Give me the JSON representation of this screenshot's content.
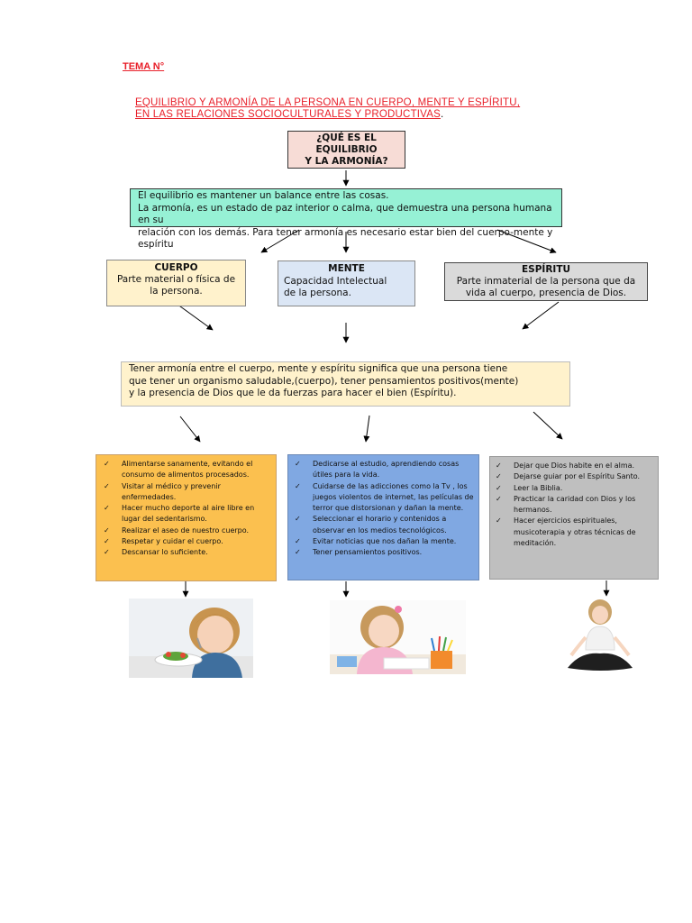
{
  "header": {
    "tema": "TEMA N°",
    "title_line1": "EQUILIBRIO Y ARMONÍA DE LA PERSONA EN CUERPO, MENTE Y ESPÍRITU,",
    "title_line2": "EN LAS RELACIONES SOCIOCULTURALES Y PRODUCTIVAS",
    "title_period": "."
  },
  "question": {
    "line1": "¿QUÉ ES EL",
    "line2": "EQUILIBRIO",
    "line3": "Y LA ARMONÍA?"
  },
  "definition": {
    "line1": "El equilibrio es mantener un balance entre las cosas.",
    "line2": "La  armonía, es un estado de paz interior o calma, que demuestra una persona humana en su",
    "line3": "relación con los demás. Para tener armonía es necesario estar bien  del cuerpo-mente y espíritu"
  },
  "cuerpo": {
    "heading": "CUERPO",
    "line1": "Parte material o física de",
    "line2": "la persona."
  },
  "mente": {
    "heading": "MENTE",
    "line1": "Capacidad Intelectual",
    "line2": " de la persona."
  },
  "espiritu": {
    "heading": "ESPÍRITU",
    "line1": "Parte inmaterial de la persona que da",
    "line2": "vida al cuerpo, presencia de Dios."
  },
  "armonia": {
    "line1": "Tener armonía entre  el cuerpo, mente y espíritu significa que una persona tiene",
    "line2": "que tener un organismo saludable,(cuerpo), tener pensamientos positivos(mente)",
    "line3": "y la presencia de Dios que le da fuerzas para hacer el bien  (Espíritu)."
  },
  "check_symbol": "✓",
  "list_cuerpo": [
    "Alimentarse  sanamente, evitando el consumo de   alimentos procesados.",
    "Visitar al médico y  prevenir enfermedades.",
    "Hacer mucho deporte al aire libre en lugar del sedentarismo.",
    "Realizar el aseo de nuestro cuerpo.",
    " Respetar  y cuidar el cuerpo.",
    "Descansar lo suficiente."
  ],
  "list_mente": [
    "Dedicarse al estudio, aprendiendo cosas útiles para la vida.",
    "Cuidarse de las adicciones como la Tv , los juegos violentos de internet, las películas  de terror que distorsionan  y dañan la mente.",
    "Seleccionar el horario y contenidos a  observar en los medios  tecnológicos.",
    "Evitar noticias que nos dañan la mente.",
    "Tener pensamientos positivos."
  ],
  "list_espiritu": [
    "Dejar que Dios habite en el alma.",
    "Dejarse guiar por el Espíritu Santo.",
    " Leer la Biblia.",
    "Practicar la caridad con Dios y los hermanos.",
    "Hacer ejercicios espirituales, musicoterapia y otras técnicas de meditación."
  ],
  "images": {
    "photo_cuerpo": "girl-eating-salad",
    "photo_mente": "girl-drawing-with-pencils",
    "photo_espiritu": "girl-meditating"
  },
  "colors": {
    "title_red": "#e8202a",
    "question_bg": "#f7dcd6",
    "definition_bg": "#96f1d5",
    "cuerpo_bg": "#fff2cc",
    "mente_bg": "#dbe6f5",
    "espiritu_bg": "#dadada",
    "list_cuerpo_bg": "#fbc04f",
    "list_mente_bg": "#80a8e2",
    "list_espiritu_bg": "#bfbfbf"
  }
}
